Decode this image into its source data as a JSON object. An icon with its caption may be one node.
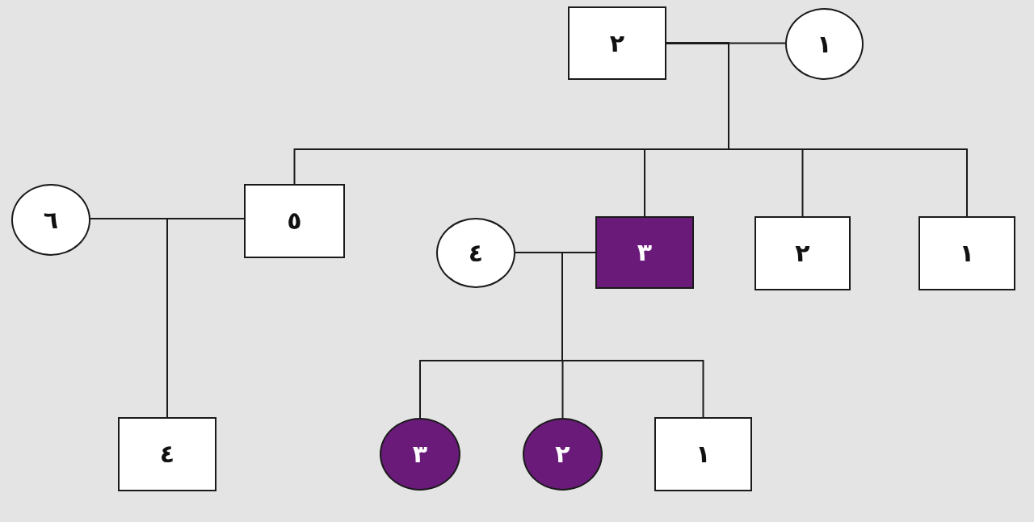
{
  "diagram": {
    "nodes": [
      {
        "text": [
          "٢"
        ]
      },
      {
        "text": [
          "١"
        ]
      },
      {
        "text": [
          "٦"
        ]
      },
      {
        "text": [
          "٥"
        ]
      },
      {
        "text": [
          "٤"
        ]
      },
      {
        "text": [
          "٣"
        ]
      },
      {
        "text": [
          "٢"
        ]
      },
      {
        "text": [
          "١"
        ]
      },
      {
        "text": [
          "٤"
        ]
      },
      {
        "text": [
          "٣"
        ]
      },
      {
        "text": [
          "٢"
        ]
      },
      {
        "text": [
          "١"
        ]
      }
    ],
    "edges": [
      {
        "from": 0,
        "to": 1,
        "arrow": "none"
      },
      {
        "from": 0,
        "to": 3,
        "arrow": "none"
      },
      {
        "from": 0,
        "to": 5,
        "arrow": "none"
      },
      {
        "from": 0,
        "to": 6,
        "arrow": "none"
      },
      {
        "from": 0,
        "to": 7,
        "arrow": "none"
      },
      {
        "from": 2,
        "to": 3,
        "arrow": "none"
      },
      {
        "from": 3,
        "to": 8,
        "arrow": "none"
      },
      {
        "from": 4,
        "to": 5,
        "arrow": "none"
      },
      {
        "from": 5,
        "to": 9,
        "arrow": "none"
      },
      {
        "from": 5,
        "to": 10,
        "arrow": "none"
      },
      {
        "from": 5,
        "to": 11,
        "arrow": "none"
      }
    ]
  }
}
